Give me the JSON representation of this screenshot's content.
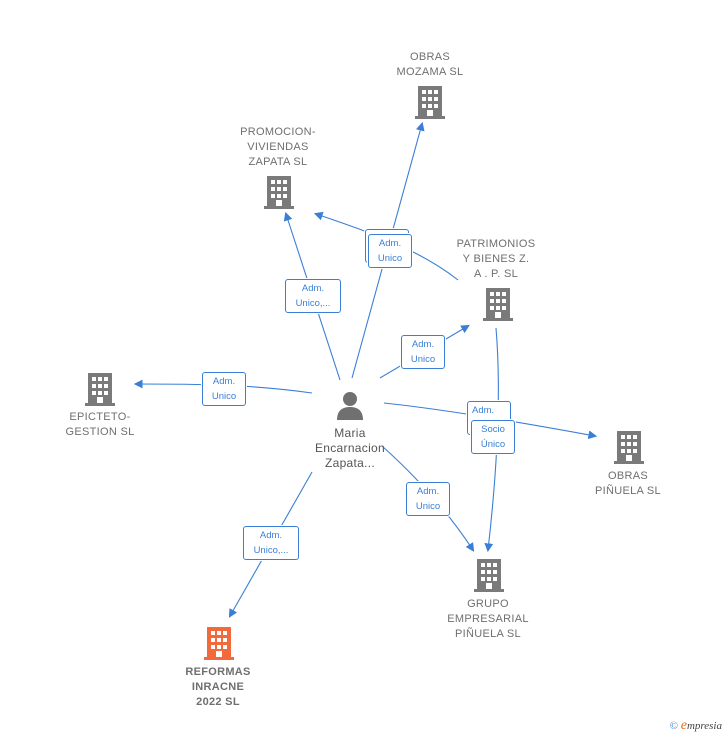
{
  "nodes": {
    "obras_mozama": "OBRAS\nMOZAMA  SL",
    "promocion": "PROMOCION-\nVIVIENDAS\nZAPATA  SL",
    "patrimonios": "PATRIMONIOS\nY BIENES Z.\nA . P.  SL",
    "epicteto": "EPICTETO-\nGESTION  SL",
    "obras_pinuela": "OBRAS\nPIÑUELA SL",
    "grupo": "GRUPO\nEMPRESARIAL\nPIÑUELA  SL",
    "reformas": "REFORMAS\nINRACNE\n2022  SL",
    "person": "Maria\nEncarnacion\nZapata..."
  },
  "badges": {
    "b1": "Adm.\nUnico",
    "b2": "Adm.\nUnico,...",
    "b3": "Adm.\nUnico",
    "b4": "Adm.\nUnico",
    "b5": "Adm.",
    "b6": "Socio\nÚnico",
    "b7": "Adm.\nUnico",
    "b8": "Adm.\nUnico,..."
  },
  "colors": {
    "building": "#7a7a7a",
    "highlight": "#f26a3c",
    "edge": "#3a7fd5"
  },
  "footer": {
    "copyright": "©",
    "brand_e": "e",
    "brand_rest": "mpresia"
  }
}
